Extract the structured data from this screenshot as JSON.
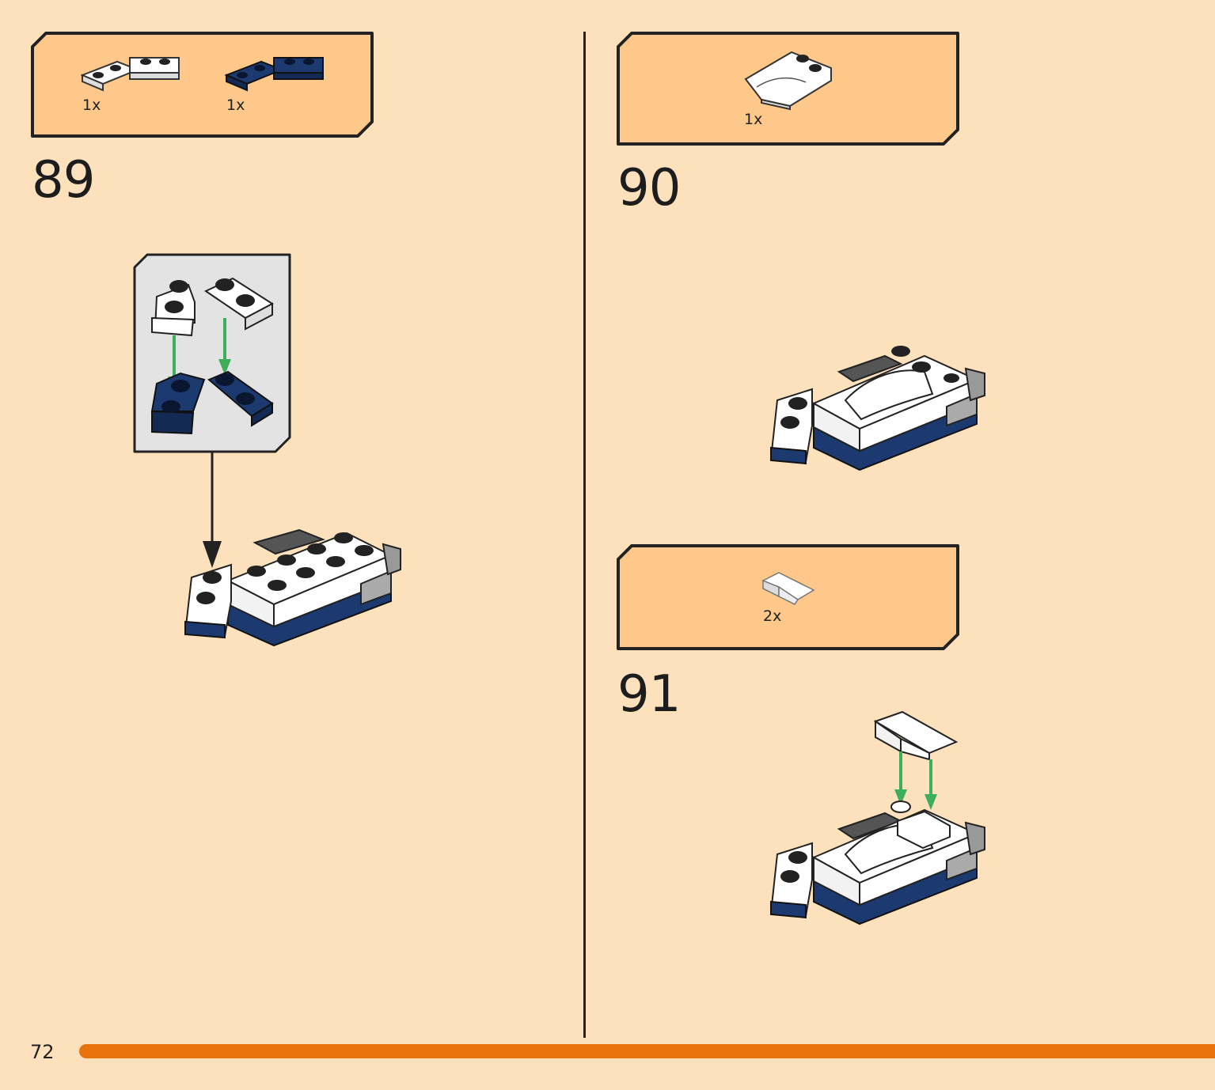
{
  "page": {
    "number": "72"
  },
  "colors": {
    "background": "#fde1bd",
    "parts_box": "#fdc88a",
    "progress": "#e8720c",
    "navy": "#1d3a70",
    "arrow_green": "#3fae5a"
  },
  "steps": [
    {
      "number": "89",
      "parts": [
        {
          "qty": "1x",
          "color": "white",
          "part": "hinge-plate"
        },
        {
          "qty": "1x",
          "color": "navy",
          "part": "hinge-plate"
        }
      ]
    },
    {
      "number": "90",
      "parts": [
        {
          "qty": "1x",
          "color": "white",
          "part": "curved-wedge-plate"
        }
      ]
    },
    {
      "number": "91",
      "parts": [
        {
          "qty": "2x",
          "color": "white",
          "part": "slope-tile"
        }
      ]
    }
  ]
}
